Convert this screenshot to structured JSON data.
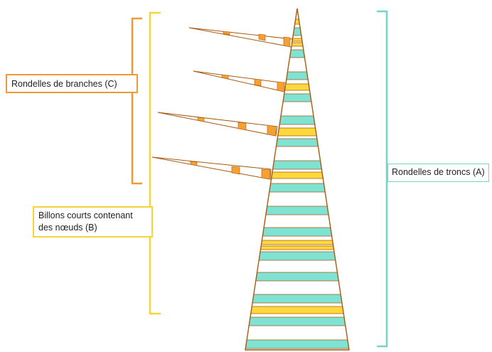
{
  "labels": {
    "branches": "Rondelles de branches (C)",
    "knots_line1": "Billons courts contenant",
    "knots_line2": "des nœuds (B)",
    "trunk": "Rondelles de troncs (A)"
  },
  "colors": {
    "trunk_stroke": "#a85a12",
    "trunk_fill": "#7ee3d2",
    "knot_fill": "#ffd93b",
    "branch_fill": "#f5a033",
    "bracket_branches": "#ef9a36",
    "bracket_knots": "#f7d23b",
    "bracket_trunk": "#75d6c7"
  }
}
